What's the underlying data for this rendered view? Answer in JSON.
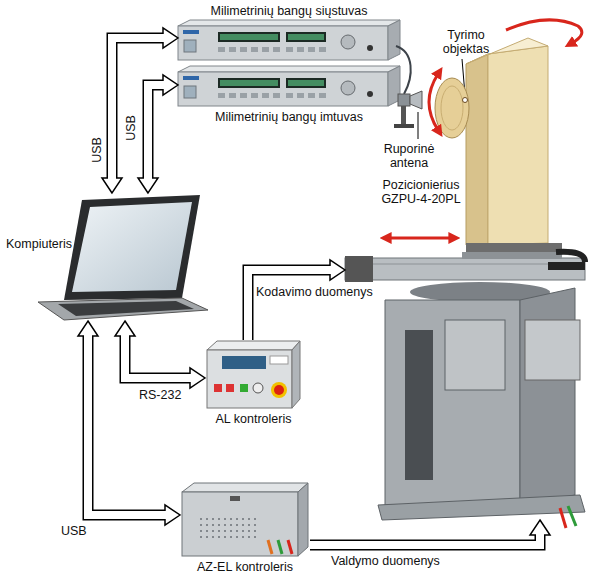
{
  "diagram": {
    "nodes": [
      {
        "text": [
          "Milimetrinių bangų siųstuvas"
        ]
      },
      {
        "text": [
          "Milimetrinių bangų imtuvas"
        ]
      },
      {
        "text": [
          "Pozicionierius GZPU-4-20PL"
        ]
      },
      {
        "text": [
          "Kompiuteris"
        ]
      },
      {
        "text": [
          "AL kontroleris"
        ]
      },
      {
        "text": [
          "AZ-EL kontroleris"
        ]
      }
    ],
    "edges": [
      {
        "from": 3,
        "to": 0,
        "arrow": "both",
        "label": "USB"
      },
      {
        "from": 3,
        "to": 1,
        "arrow": "both",
        "label": "USB"
      },
      {
        "from": 3,
        "to": 4,
        "arrow": "both",
        "label": "RS-232"
      },
      {
        "from": 3,
        "to": 5,
        "arrow": "both",
        "label": "USB"
      },
      {
        "from": 4,
        "to": 2,
        "arrow": "to",
        "label": "Kodavimo duomenys"
      },
      {
        "from": 5,
        "to": 2,
        "arrow": "to",
        "label": "Valdymo duomenys"
      }
    ],
    "labels": [
      "Tyrimo objektas",
      "Ruporinė antena"
    ]
  }
}
